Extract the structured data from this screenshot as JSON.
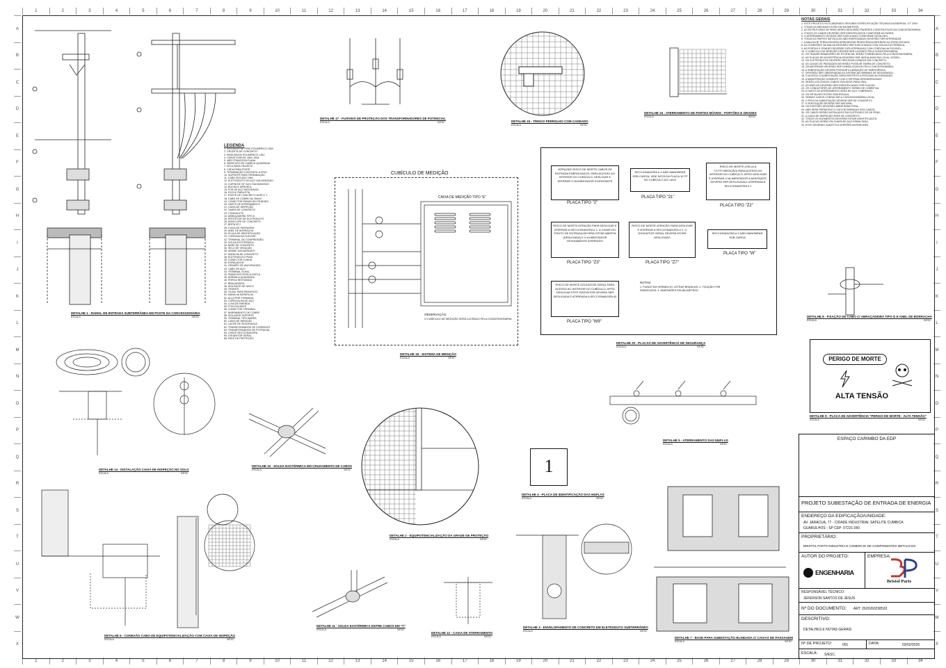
{
  "ruler": {
    "cols": [
      "1",
      "2",
      "3",
      "4",
      "5",
      "6",
      "7",
      "8",
      "9",
      "10",
      "11",
      "12",
      "13",
      "14",
      "15",
      "16",
      "17",
      "18",
      "19",
      "20",
      "21",
      "22",
      "23",
      "24",
      "25",
      "26",
      "27",
      "28",
      "29",
      "30",
      "31",
      "32",
      "33",
      "34"
    ],
    "rows": [
      "A",
      "B",
      "C",
      "D",
      "E",
      "F",
      "G",
      "H",
      "I",
      "J",
      "K",
      "L",
      "M",
      "N",
      "O",
      "P",
      "Q",
      "R",
      "S",
      "T",
      "U",
      "V",
      "W",
      "X"
    ]
  },
  "notes": {
    "title": "NOTAS GERAIS",
    "lines": [
      "1. ESTE PROJETO FOI ELABORADO SEGUNDO ESPECIFICAÇÃO TÉCNICA DA ENERGIA - ET 2004",
      "2. TODAS AS MEDIDAS ESTÃO EM MILÍMETROS;",
      "3. AS ESTRUTURAS DE REDE AÉREA SEGUIRÃO PADRÕES CONSTRUTIVOS DA CONCESSIONÁRIA;",
      "4. TODOS OS CABOS DEVERÃO SER IDENTIFICADOS CONFORME AS FASES;",
      "5. O ATERRAMENTO DEVERÁ SER EXECUTADO CONFORME DETALHES;",
      "6. TODAS AS PARTES METÁLICAS NÃO ENERGIZADAS DEVERÃO SER ATERRADAS;",
      "7. A MALHA DE TERRA DEVERÁ APRESENTAR RESISTÊNCIA INFERIOR AO ESPECIFICADO;",
      "8. AS CONEXÕES NA MALHA DEVERÃO SER EXECUTADAS COM SOLDA EXOTÉRMICA;",
      "9. AS PORTAS E GRADES DEVERÃO SER ATERRADAS COM CORDOALHA FLEXÍVEL;",
      "10. O CUBÍCULO DE MEDIÇÃO DEVERÁ SER LACRADO PELA CONCESSIONÁRIA;",
      "11. OS TRANSFORMADORES DE POTENCIAL SERÃO FORNECIDOS PELA CONCESSIONÁRIA;",
      "12. AS PLACAS DE ADVERTÊNCIA DEVERÃO SER INSTALADAS EM LOCAL VISÍVEL;",
      "13. OS ELETRODUTOS DEVERÃO SER ENVELOPADOS EM CONCRETO;",
      "14. AS CAIXAS DE PASSAGEM DEVERÃO POSSUIR TAMPA DE CONCRETO;",
      "15. OS MATERIAIS DEVERÃO SER HOMOLOGADOS PELA CONCESSIONÁRIA;",
      "16. A SUBESTAÇÃO DEVERÁ POSSUIR ILUMINAÇÃO DE EMERGÊNCIA;",
      "17. DEVERÃO SER OBSERVADAS AS DISTÂNCIAS MÍNIMAS DE SEGURANÇA;",
      "18. O ACESSO À SUBESTAÇÃO SERÁ RESTRITO A PESSOAS AUTORIZADAS;",
      "19. A MANUTENÇÃO SOMENTE COM O SISTEMA DESENERGIZADO;",
      "20. SERÃO UTILIZADOS CABOS ISOLADOS PARA 15kV;",
      "21. AS MUFLAS DEVERÃO SER IDENTIFICADAS POR PLACAS;",
      "22. OS CONDUTORES DE ATERRAMENTO SERÃO DE COBRE NU;",
      "23. A HASTE DE ATERRAMENTO SERÁ DE AÇO COBREADO;",
      "24. OS DETALHES ESTÃO SEM ESCALA;",
      "25. DEMAIS CASOS CONSULTAR A CONCESSIONÁRIA LOCAL;",
      "26. O PISO DA SUBESTAÇÃO DEVERÁ SER DE CONCRETO;",
      "27. A VENTILAÇÃO DEVERÁ SER NATURAL;",
      "28. OS PORTÕES DEVERÃO ABRIR PARA FORA;",
      "29. NÃO SERÁ PERMITIDO O USO DE EMENDAS NOS CABOS;",
      "30. OS CABOS SERÃO INSTALADOS EM ELETRODUTOS DE PEAD;",
      "31. A CAIXA DE INSPEÇÃO SERÁ DE CONCRETO;",
      "32. TODOS OS ELEMENTOS DEVERÃO ESTAR IDENTIFICADOS;",
      "33. AS PLACAS SERÃO EM CHAPA DE AÇO ESMALTADA;",
      "34. ESTE DESENHO SUBSTITUI VERSÕES ANTERIORES."
    ]
  },
  "legend": {
    "title": "LEGENDA",
    "lines": [
      "1. ISOLADOR DE PINO POLIMÉRICO 15kV",
      "2. CRUZETA DE CONCRETO",
      "3. PARA-RAIOS POLIMÉRICO 12kV",
      "4. CHAVE FUSÍVEL 15kV 100A",
      "5. MÃO FRANCESA PLANA",
      "6. PARAFUSO DE CABEÇA QUADRADA",
      "7. SELA PARA CRUZETA",
      "8. CINTA PARA POSTE",
      "9. TERMINAÇÃO CONTRÁTIL A FRIO",
      "10. SUPORTE PARA TERMINAÇÃO",
      "11. CABO ISOLADO 15kV",
      "12. ELETRODUTO DE AÇO GALVANIZADO",
      "13. CURVA DE 90° AÇO GALVANIZADO",
      "14. BUCHA E ARRUELA",
      "15. FITA DE AÇO INOXIDÁVEL",
      "16. FECHO PARA FITA",
      "17. POSTE DE CONCRETO DUPLO T",
      "18. CABO DE COBRE NU 25mm²",
      "19. CONECTOR PARAFUSO FENDIDO",
      "20. HASTE DE ATERRAMENTO",
      "21. CAIXA DE INSPEÇÃO",
      "22. TAMPA DE CONCRETO",
      "23. CONDULETE",
      "24. ABRAÇADEIRA TIPO D",
      "25. PROTETOR DE ELETRODUTO",
      "26. ENVELOPE DE CONCRETO",
      "27. BRITA Nº 2",
      "28. CAIXA DE PASSAGEM",
      "29. ANEL DE BORRACHA",
      "30. PLACA DE IDENTIFICAÇÃO",
      "31. CORDOALHA FLEXÍVEL",
      "32. TERMINAL DE COMPRESSÃO",
      "33. SOLDA EXOTÉRMICA",
      "34. BASE DE CONCRETO",
      "35. SELO DE VEDAÇÃO",
      "36. ARAME GALVANIZADO",
      "37. MANILHA DE CONCRETO",
      "38. ELETRODUTO PEAD",
      "39. CONECTOR CUNHA",
      "40. ESPAÇADOR",
      "41. GRAMPO DE ANCORAGEM",
      "42. CABO DE AÇO",
      "43. TERMINAL OLHAL",
      "44. PARAFUSO ROSCA DUPLA",
      "45. ARRUELA QUADRADA",
      "46. PORCA SEXTAVADA",
      "47. BRAÇADEIRA",
      "48. ISOLADOR DE DISCO",
      "49. TIRANTE",
      "50. OLHAL PARA PARAFUSO",
      "51. MANILHA SAPATILHA",
      "52. ALÇA PRÉ-FORMADA",
      "53. CORDOALHA DE AÇO",
      "54. LUVA DE EMENDA",
      "55. FITA ISOLANTE",
      "56. CONECTOR TERMINAL",
      "57. BARRAMENTO DE COBRE",
      "58. ISOLADOR SUPORTE",
      "59. TERMINAL TIPO BARRA",
      "60. CAIXA DE MEDIÇÃO",
      "61. LACRE DE SEGURANÇA",
      "62. TRANSFORMADOR DE CORRENTE",
      "63. TRANSFORMADOR DE POTENCIAL",
      "64. CHAVE SECCIONADORA",
      "65. DISJUNTOR GERAL",
      "66. RELÉ DE PROTEÇÃO"
    ]
  },
  "details": {
    "d1": "DETALHE 1 - RAMAL DE ENTRADA SUBTERRÂNEA EM POSTE DA CONCESSIONÁRIA",
    "d17": "DETALHE 17 - FUSÍVEIS DE PROTEÇÃO DOS TRANSFORMADORES DE POTENCIAL",
    "d15": "DETALHE 15 - TRINCO FERROLHO COM CADEADO",
    "d16": "DETALHE 16 - ATERRAMENTO DE PARTES MÓVEIS - PORTÕES E GRADES",
    "d18": "DETALHE 18 - SISTEMA DE MEDIÇÃO",
    "d20": "DETALHE 20 - PLACAS DE ADVERTÊNCIA DE SEGURANÇA",
    "d8": "DETALHE 8 - FIXAÇÃO DE CABO C/ ABRAÇADEIRA TIPO D E ANEL DE BORRACHA",
    "d9": "DETALHE 9 - PLACA DE ADVERTÊNCIA \"PERIGO DE MORTE - ALTA TENSÃO\"",
    "d14": "DETALHE 14 - INSTALAÇÃO CAIXA DE INSPEÇÃO NO SOLO",
    "d10": "DETALHE 10 - SOLDA EXOTÉRMICA EM CRUZAMENTO DE CABOS",
    "d2": "DETALHE 2 - EQUIPOTENCIALIZAÇÃO DA GRADE DE PROTEÇÃO",
    "d4": "DETALHE 4 - PLACA DE IDENTIFICAÇÃO DAS MUFLAS",
    "d5": "DETALHE 5 - ATERRAMENTO DAS MUFLAS",
    "d6": "DETALHE 6 - CONEXÃO CABO DE EQUIPOTENCIALIZAÇÃO COM CAIXA DE INSPEÇÃO",
    "d11": "DETALHE 11 - SOLDA EXOTÉRMICA ENTRE CABOS EM \"T\"",
    "d12": "DETALHE 12 - CAIXA DE ATERRAMENTO",
    "d3": "DETALHE 3 - ENVELOPAMENTO DE CONCRETO EM ELETRODUTO SUBTERRÂNEO",
    "d7": "DETALHE 7 - BASE PARA SUBESTAÇÃO BLINDADA C/ CAIXAS DE PASSAGEM"
  },
  "scale_word": "ESCALA",
  "no_scale": "S/ESC",
  "cubicle": {
    "title": "CUBÍCULO DE MEDIÇÃO",
    "box_title": "CAIXA DE MEDIÇÃO TIPO \"E\"",
    "notes_title": "OBSERVAÇÃO:",
    "notes_text": "O CUBÍCULO DE MEDIÇÃO SERÁ LACRADO PELA CONCESSIONÁRIA"
  },
  "plates": {
    "p2": {
      "text": "ATENÇÃO! RISCO DE MORTE CABOS DE ENTRADA ENERGIZADOS, PARA ACESSO AO INTERIOR DO CUBÍCULO, DESLIGAR E ATERRAR O ALIMENTADOR A MONTANTE",
      "cap": "PLACA TIPO \"2\""
    },
    "p21": {
      "text": "SECCIONADORA # 1 NÃO MANOBRAR SOB CARGA, VIDE NOTA DA PLACA 10 FP NO CUBÍCULO AO LADO",
      "cap": "PLACA TIPO \"21\""
    },
    "p22": {
      "text": "RISCO DE MORTE (CÉLULA TC/TP+MEDIÇÃO) PARA ACESSO AO INTERIOR DO CUBÍCULO, APÓS DESLIGAR E ATERRAR O ALIMENTADOR A MONTANTE, DEVERÁ SER DESLIGADA E ATERRADA A SECCIONADORA # 1",
      "cap": "PLACA TIPO \"Z2\""
    },
    "p23": {
      "text": "RISCO DE MORTE ATENÇÃO PARA DESLIGAR E ATERRAR A SECCIONADORA # 1, A CHAVE DO PONTO DE ENTRADA DEVERÁ ESTAR ABERTA (DESLIGADA) E O ALIMENTADOR DEVIDAMENTE ATERRADO",
      "cap": "PLACA TIPO \"Z3\""
    },
    "p27": {
      "text": "RISCO DE MORTE ATENÇÃO PARA DESLIGAR E ATERRAR A SECCIONADORA # 2, O DISJUNTOR GERAL DEVERÁ ESTAR DESLIGADO",
      "cap": "PLACA TIPO \"Z7\""
    },
    "pw": {
      "text": "SECCIONADORA # 2 NÃO MANOBRAR SOB CARGA",
      "cap": "PLACA TIPO \"W\""
    },
    "pw9": {
      "text": "RISCO DE MORTE DISJUNTOR GERAL PARA ACESSO AO INTERIOR DO CUBÍCULO, APÓS DESLIGAR ESTE DISJUNTOR DEVERÁ SER DESLIGADA E ATERRADA A SECCIONADORA #2",
      "cap": "PLACA TIPO \"W9\""
    },
    "notes_title": "NOTAS:",
    "notes_text": "1. FUNDO EM VERMELHO, LETRAS BRANCAS; 2. FIXAÇÃO POR PARAFUSOS; 3. DIMENSÕES EM MILÍMETROS"
  },
  "danger": {
    "line1": "PERIGO DE MORTE",
    "line2": "ALTA TENSÃO"
  },
  "mufla_plate_number": "1",
  "titleblock": {
    "space_label": "ESPAÇO CARIMBO DA EDP",
    "project": "PROJETO SUBESTAÇÃO DE ENTRADA DE ENERGIA",
    "address_label": "ENDEREÇO DA EDIFICAÇÃO/UNIDADE:",
    "address_1": "AV. JARACUA, 77 - CIDADE INDUSTRIAL SATELITE CUMBICA",
    "address_2": "GUARULHOS - SP CEP: 07221-050",
    "owner_label": "PROPRIETÁRIO:",
    "owner": "BRISTOL PARTS INDUSTRIA E COMERCIO DE COMPONENTES METALICOS",
    "author_label": "AUTOR DO PROJETO:",
    "company_label": "EMPRESA:",
    "author_logo": "ENGENHARIA",
    "company_logo": "Bristol Parts",
    "tech_label": "RESPONSÁVEL TÉCNICO:",
    "tech": "JEFERSON SANTOS DE JESUS",
    "doc_label": "Nº DO DOCUMENTO:",
    "doc": "ART: 2620260238533",
    "desc_label": "DESCRITIVO:",
    "desc": "DETALHES E NOTAS GERAIS",
    "sheet_label": "Nº DE PROJETO:",
    "sheet": "001",
    "date_label": "DATA:",
    "date": "03/02/2026",
    "scale_label": "ESCALA:",
    "scale": "S/ESC."
  }
}
